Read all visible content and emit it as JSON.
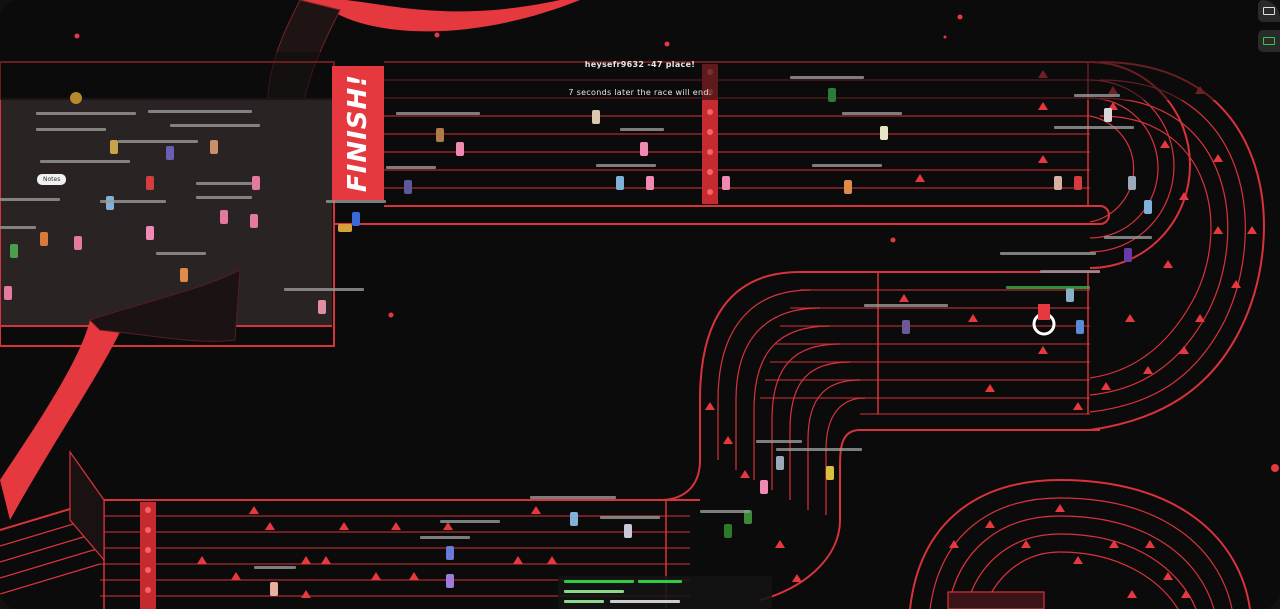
{
  "hud": {
    "leader_text": "heysefr9632 -47 place!",
    "countdown_text": "7 seconds later the race will end."
  },
  "finish_banner": {
    "text": "FINISH!"
  },
  "chat_pill": {
    "text": "Notes"
  },
  "colors": {
    "background": "#0b0b0c",
    "track_line": "#d8333a",
    "accent_red": "#e5393f",
    "lobby_floor": "#2a2324",
    "chat_green": "#2ecc40"
  },
  "icons": {
    "top_right_1": "window-icon",
    "top_right_2": "battery-icon"
  }
}
